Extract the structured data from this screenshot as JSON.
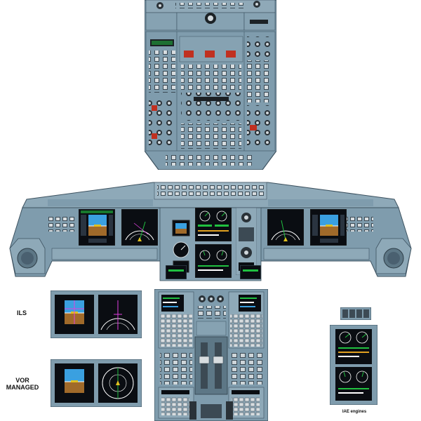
{
  "labels": {
    "ils": "ILS",
    "vor_line1": "VOR",
    "vor_line2": "MANAGED",
    "engines": "IAE engines"
  },
  "colors": {
    "panel": "#7f9cad",
    "panel_dark": "#5d7786",
    "panel_light": "#a9bfcc",
    "screen": "#0a0d12",
    "sky": "#3aa0e0",
    "ground": "#a06a2a",
    "amber": "#e0a020",
    "green": "#20c040",
    "red": "#c03020",
    "white": "#ffffff"
  },
  "icons": [
    "knob-icon",
    "switch-icon",
    "pfd-icon",
    "nd-icon",
    "ecam-icon",
    "thrust-lever-icon",
    "speaker-icon"
  ]
}
